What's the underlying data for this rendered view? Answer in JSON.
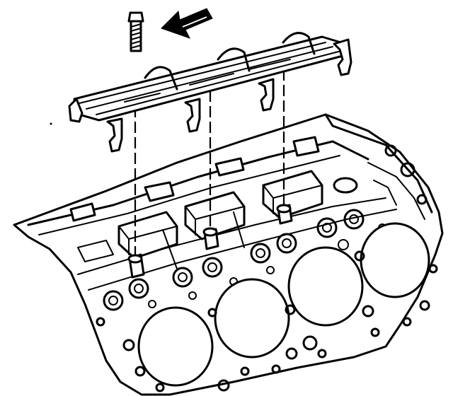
{
  "diagram": {
    "ink_color": "#000000",
    "background_color": "#ffffff",
    "icons": [
      "bolt-icon",
      "direction-arrow-icon"
    ],
    "components": [
      "bolt",
      "guide-bracket",
      "pushrod-guides",
      "rocker-pedestals",
      "cylinder-head",
      "gasket-surface"
    ]
  }
}
